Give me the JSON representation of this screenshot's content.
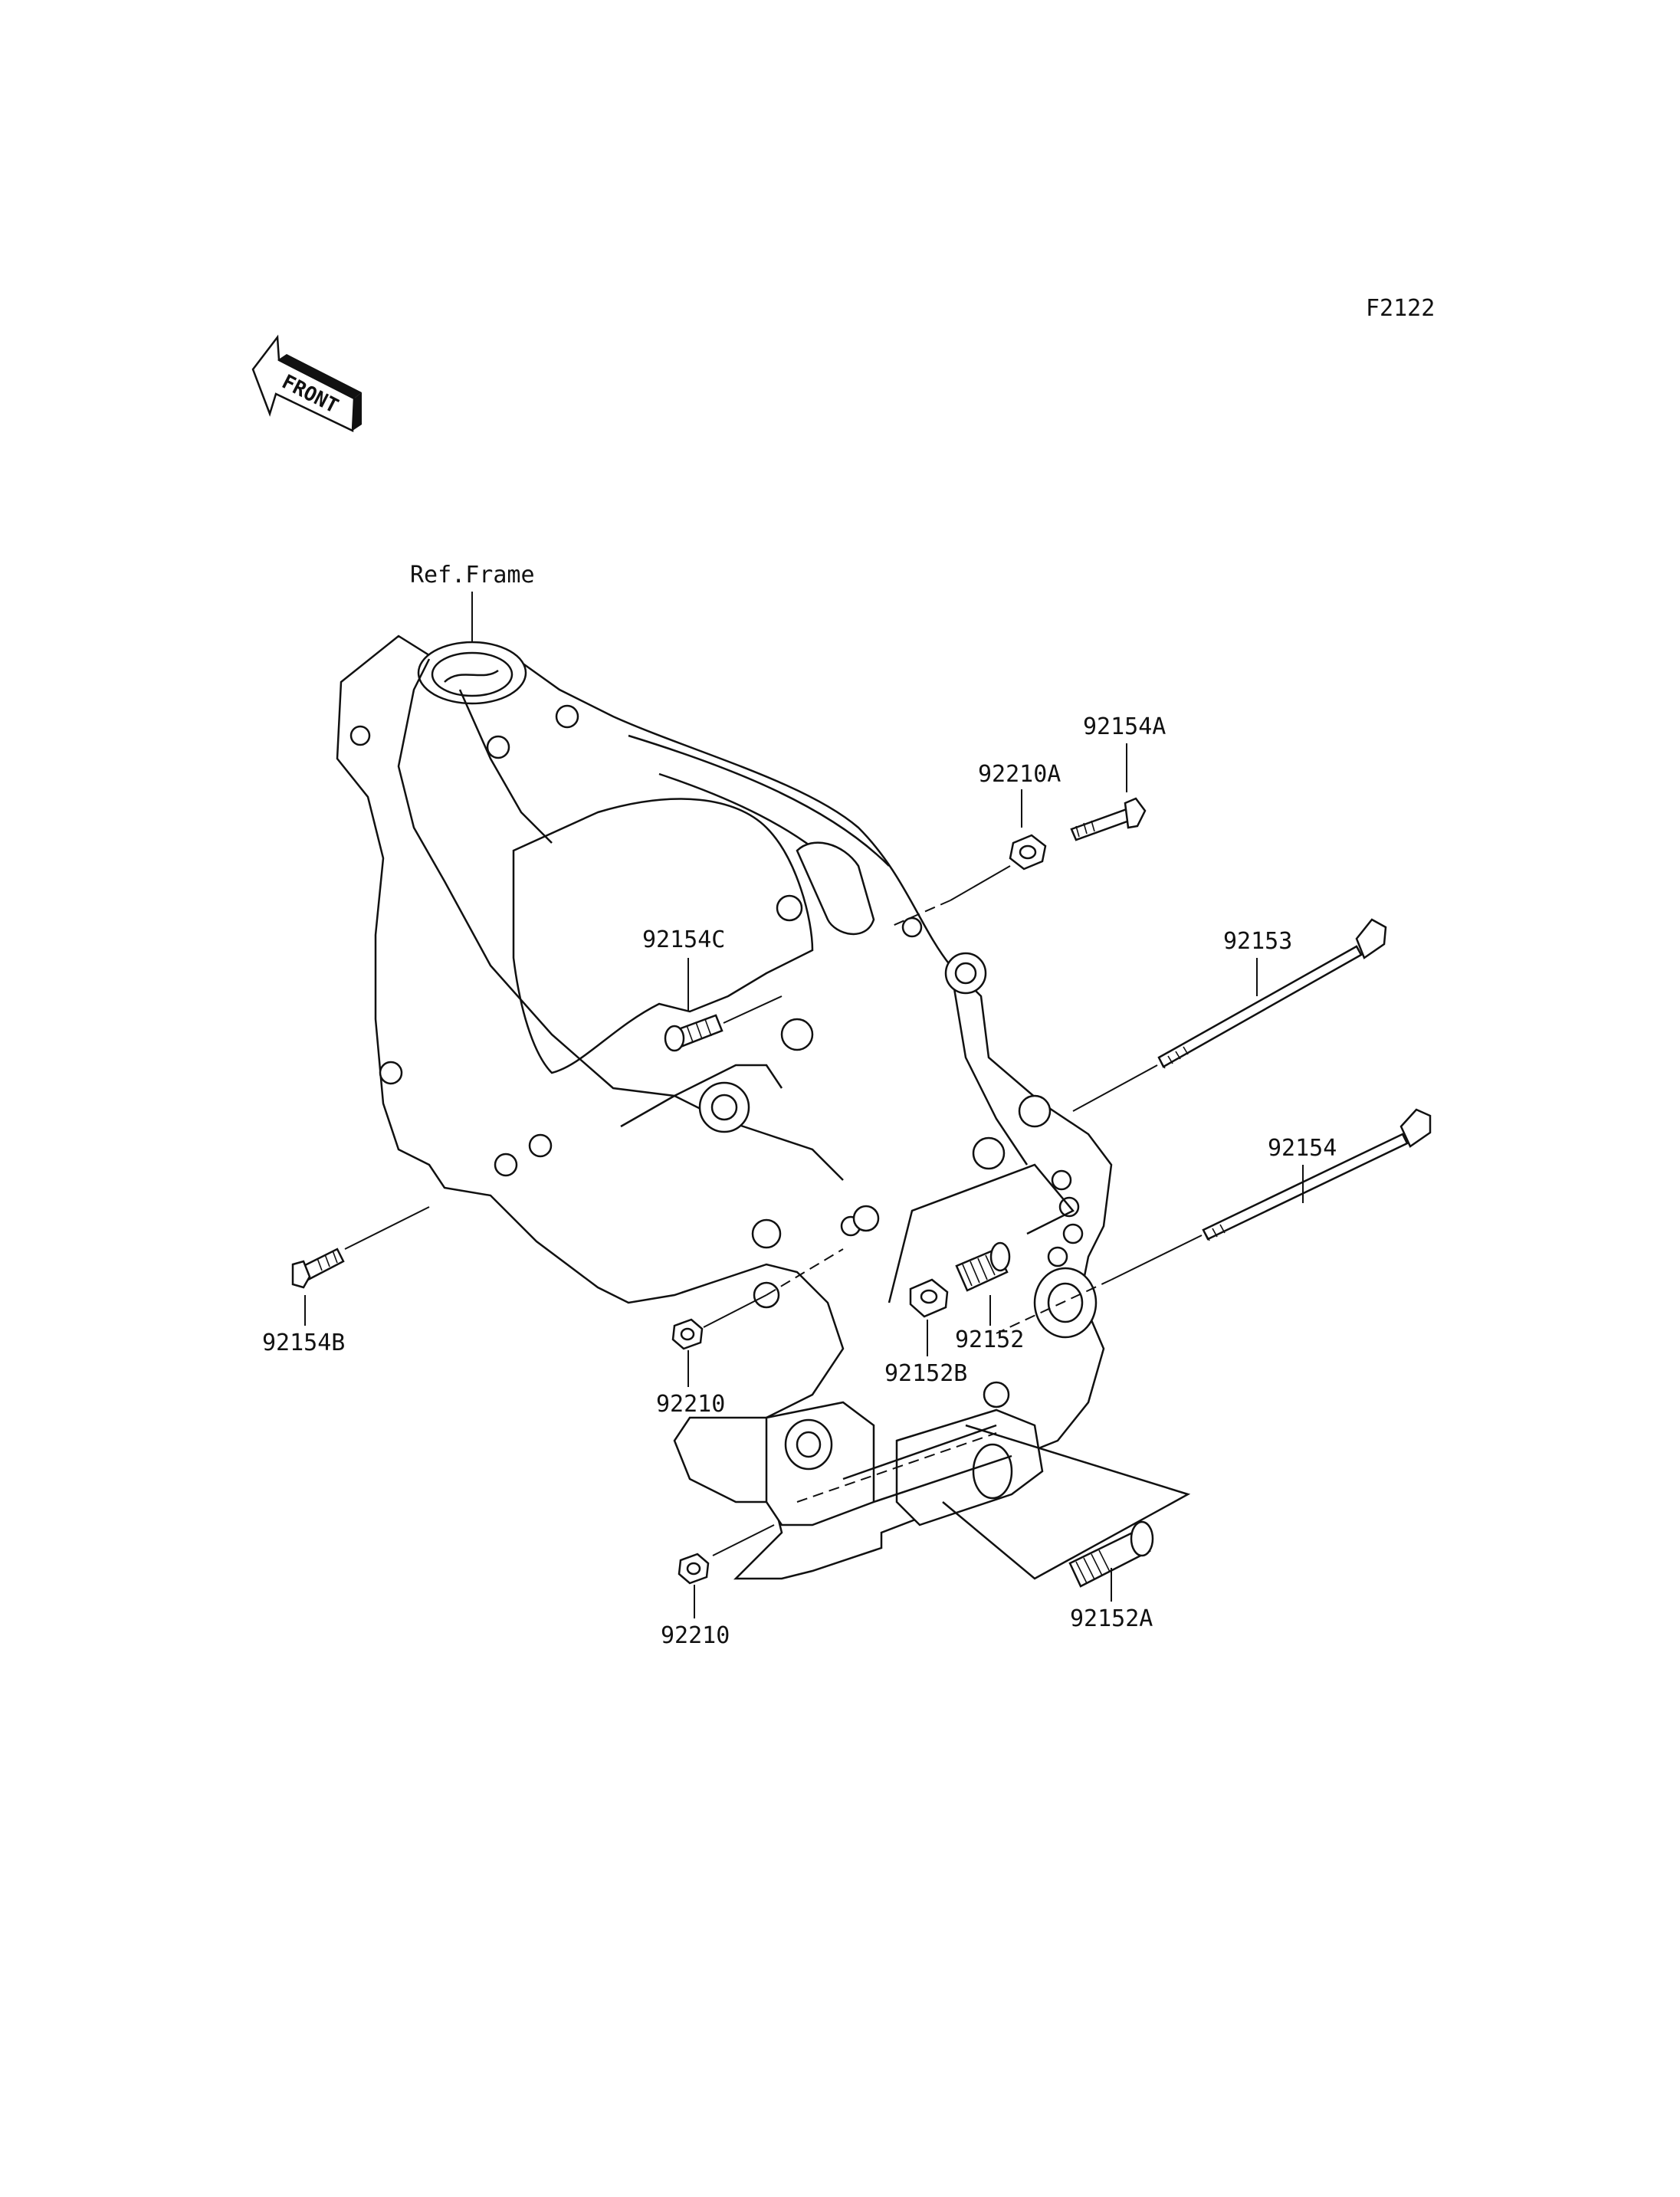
{
  "figure_id": "F2122",
  "front_arrow": {
    "label": "FRONT",
    "icon": "front-direction-arrow-icon"
  },
  "reference": {
    "label": "Ref.Frame"
  },
  "parts": [
    {
      "key": "p92154A",
      "number": "92154A"
    },
    {
      "key": "p92210A",
      "number": "92210A"
    },
    {
      "key": "p92153",
      "number": "92153"
    },
    {
      "key": "p92154C",
      "number": "92154C"
    },
    {
      "key": "p92154",
      "number": "92154"
    },
    {
      "key": "p92154B",
      "number": "92154B"
    },
    {
      "key": "p92152",
      "number": "92152"
    },
    {
      "key": "p92152B",
      "number": "92152B"
    },
    {
      "key": "p92210_1",
      "number": "92210"
    },
    {
      "key": "p92210_2",
      "number": "92210"
    },
    {
      "key": "p92152A",
      "number": "92152A"
    }
  ],
  "colors": {
    "ink": "#111111",
    "background": "#ffffff"
  }
}
